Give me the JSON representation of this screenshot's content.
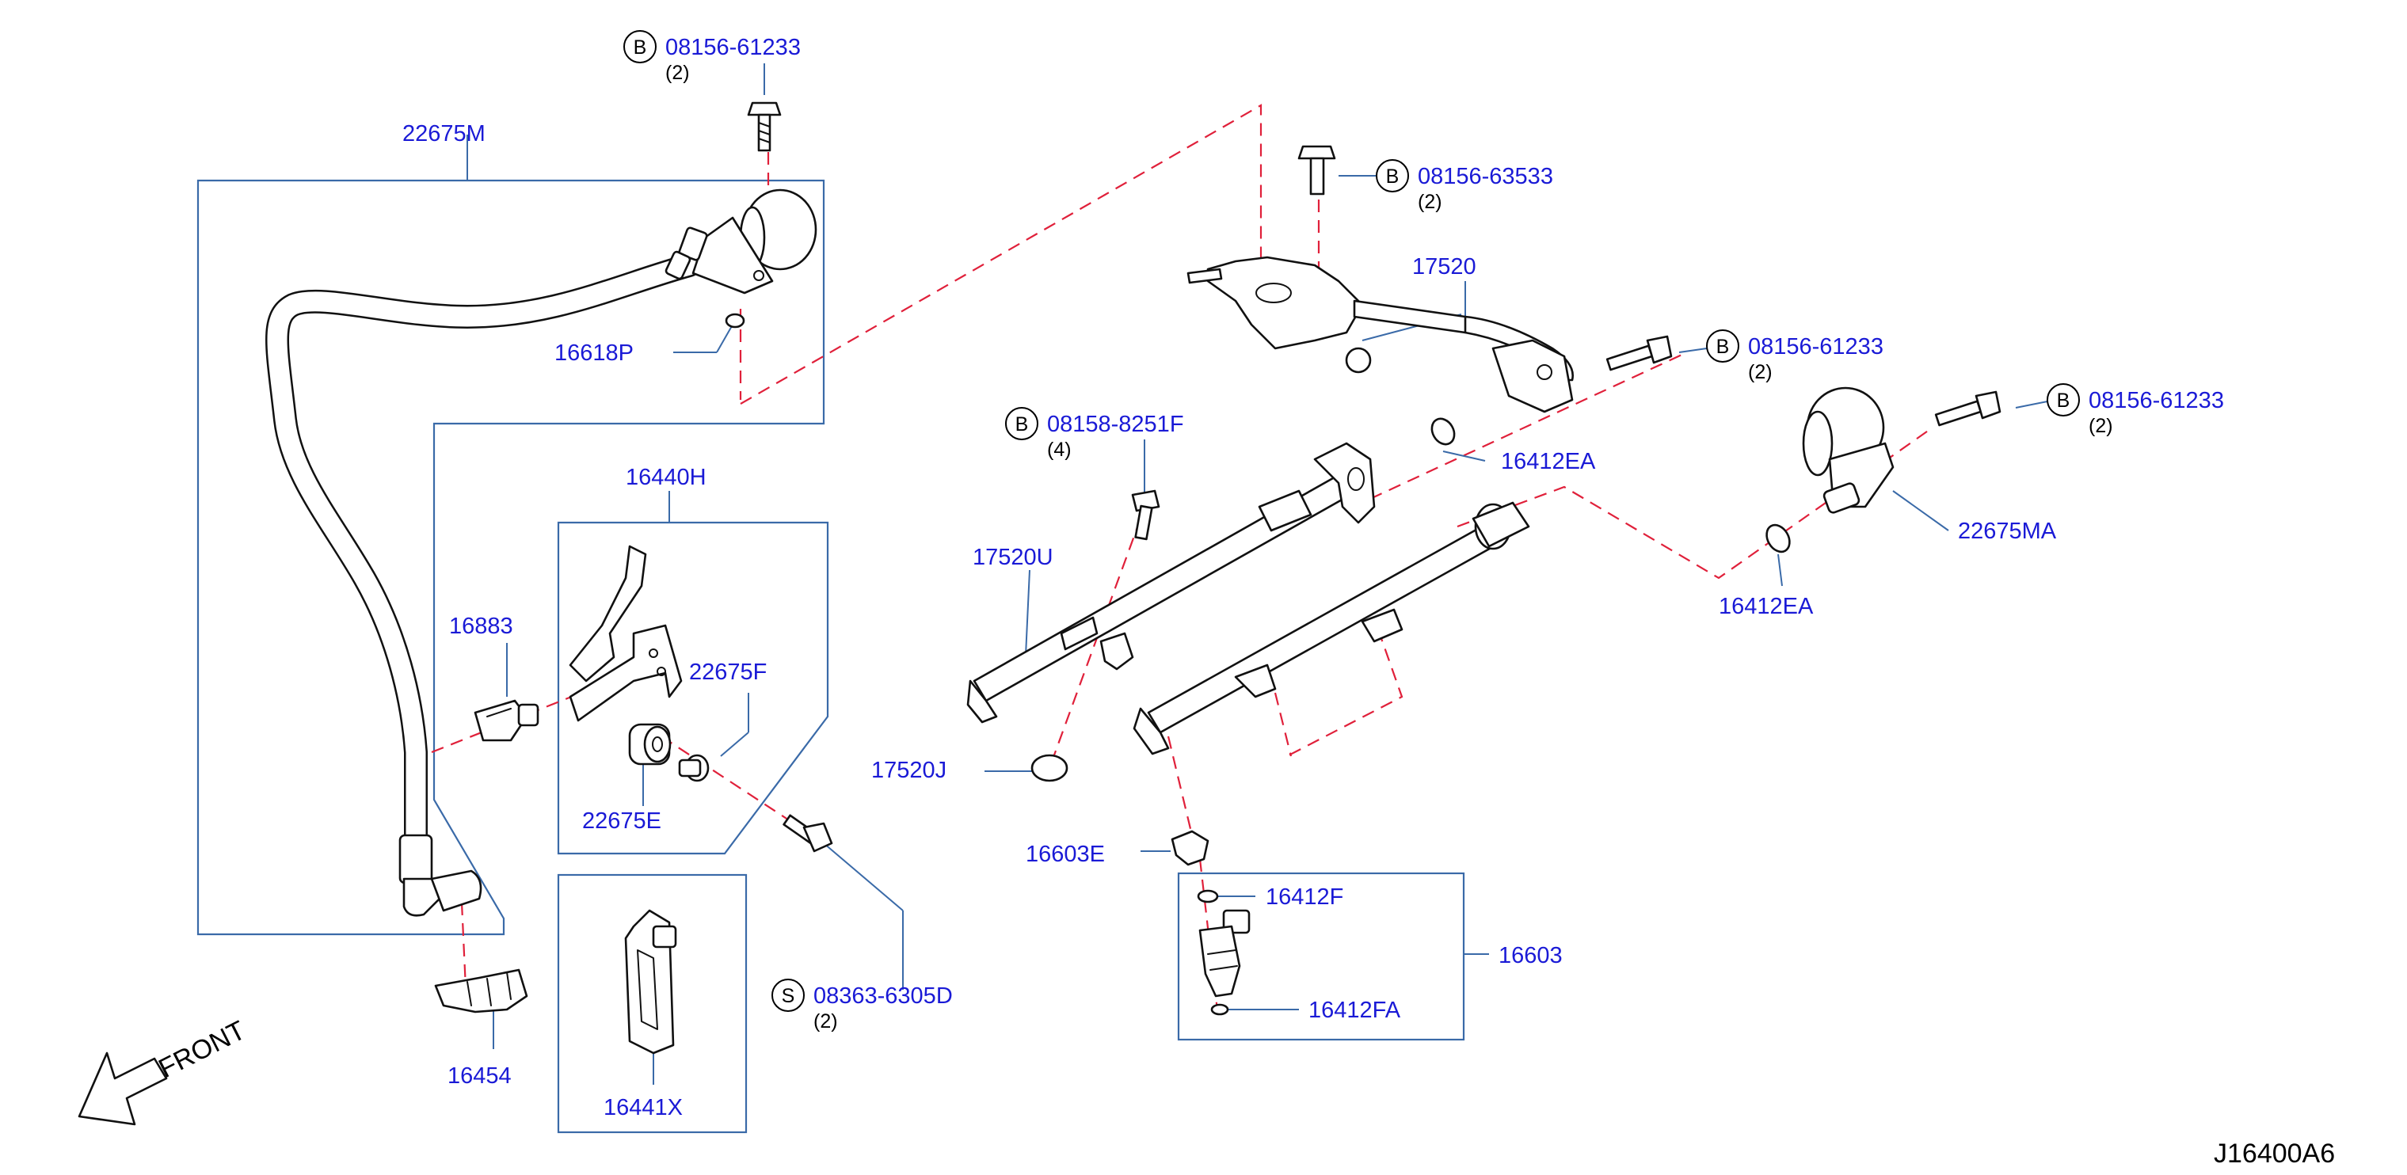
{
  "callouts": {
    "c_22675M": "22675M",
    "c_16618P": "16618P",
    "c_16440H": "16440H",
    "c_16883": "16883",
    "c_22675F": "22675F",
    "c_22675E": "22675E",
    "c_16454": "16454",
    "c_16441X": "16441X",
    "c_17520U": "17520U",
    "c_17520J": "17520J",
    "c_17520": "17520",
    "c_16412EA_a": "16412EA",
    "c_16412EA_b": "16412EA",
    "c_22675MA": "22675MA",
    "c_16603E": "16603E",
    "c_16412F": "16412F",
    "c_16412FA": "16412FA",
    "c_16603": "16603"
  },
  "bolts": {
    "b1": {
      "symbol": "B",
      "part": "08156-61233",
      "qty": "(2)"
    },
    "b2": {
      "symbol": "B",
      "part": "08156-63533",
      "qty": "(2)"
    },
    "b3": {
      "symbol": "B",
      "part": "08156-61233",
      "qty": "(2)"
    },
    "b4": {
      "symbol": "B",
      "part": "08156-61233",
      "qty": "(2)"
    },
    "b5": {
      "symbol": "B",
      "part": "08158-8251F",
      "qty": "(4)"
    },
    "s1": {
      "symbol": "S",
      "part": "08363-6305D",
      "qty": "(2)"
    }
  },
  "front_label": "FRONT",
  "diagram_id": "J16400A6",
  "colors": {
    "part_number": "#1a1ad6",
    "frame": "#3a6aa8",
    "dashed_line": "#e0203a",
    "line_art": "#111111"
  }
}
